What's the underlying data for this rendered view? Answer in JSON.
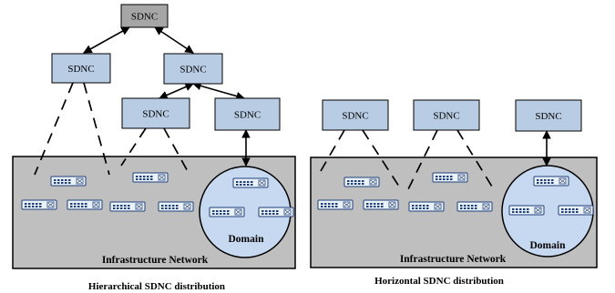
{
  "diagram": {
    "node_label": "SDNC",
    "network_label": "Infrastructure Network",
    "domain_label": "Domain",
    "captions": {
      "left": "Hierarchical SDNC distribution",
      "right": "Horizontal SDNC distribution"
    },
    "colors": {
      "sdnc_fill": "#b8cce4",
      "root_fill": "#a6a6a6",
      "network_fill": "#bfbfbf",
      "domain_fill": "#c6d9f1",
      "switch_fill": "#eaf2fb",
      "outline": "#000000"
    }
  }
}
